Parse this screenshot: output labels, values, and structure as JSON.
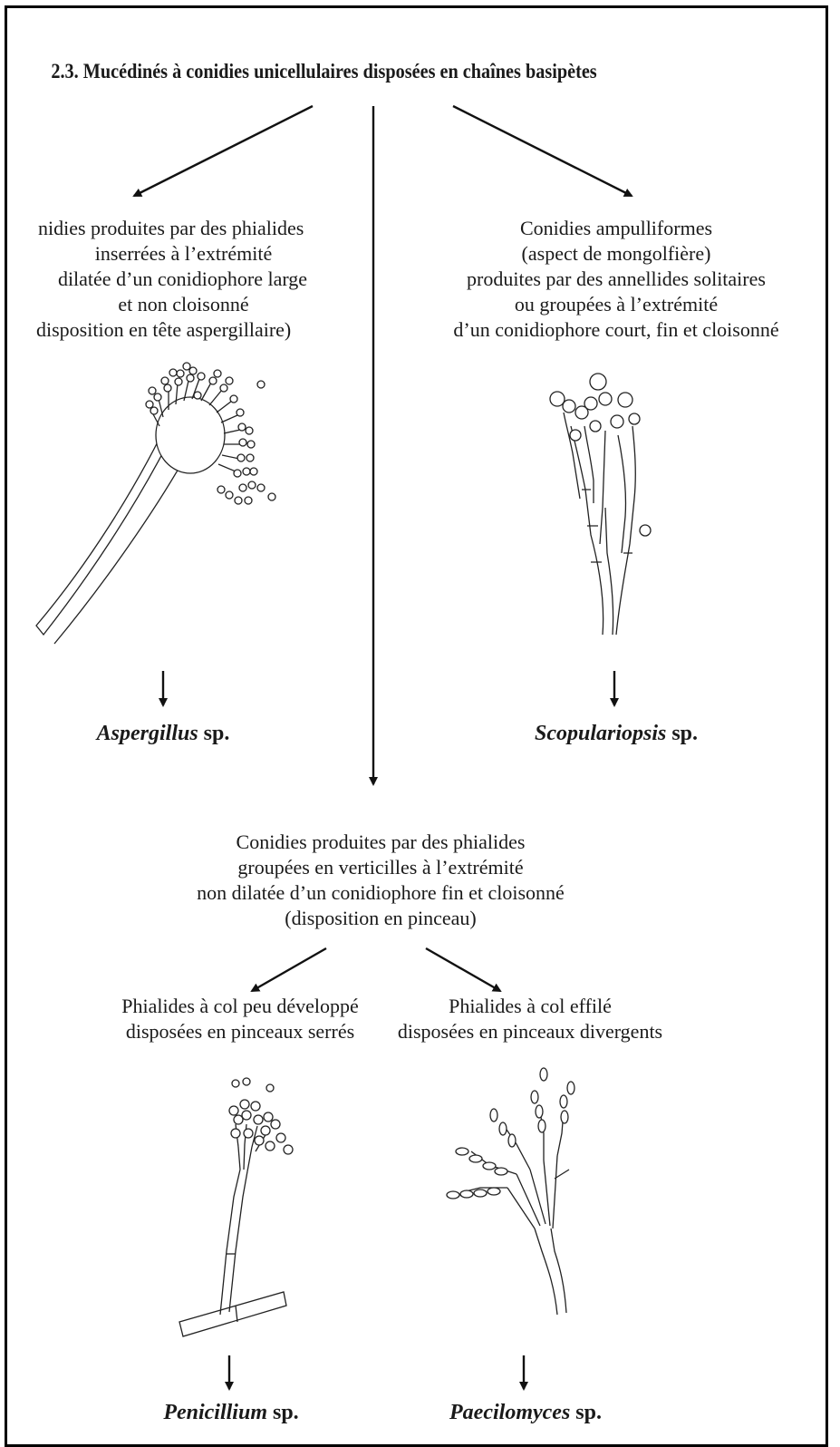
{
  "title": "2.3. Mucédinés à conidies unicellulaires disposées en chaînes basipètes",
  "left_branch": {
    "lines": [
      "nidies produites par des phialides",
      "inserrées à l’extrémité",
      "dilatée d’un conidiophore large",
      "et non cloisonné",
      "disposition en tête aspergillaire)"
    ],
    "genus": "Aspergillus",
    "suffix": " sp."
  },
  "right_branch": {
    "lines": [
      "Conidies ampulliformes",
      "(aspect de mongolfière)",
      "produites par des annellides solitaires",
      "ou groupées à l’extrémité",
      "d’un conidiophore court, fin et cloisonné"
    ],
    "genus": "Scopulariopsis",
    "suffix": " sp."
  },
  "center_branch": {
    "lines": [
      "Conidies produites par des phialides",
      "groupées en verticilles à l’extrémité",
      "non dilatée d’un conidiophore fin et cloisonné",
      "(disposition en pinceau)"
    ]
  },
  "sub_left": {
    "lines": [
      "Phialides à col peu développé",
      "disposées en pinceaux serrés"
    ],
    "genus": "Penicillium",
    "suffix": " sp."
  },
  "sub_right": {
    "lines": [
      "Phialides à col effilé",
      "disposées en pinceaux divergents"
    ],
    "genus": "Paecilomyces",
    "suffix": " sp."
  }
}
